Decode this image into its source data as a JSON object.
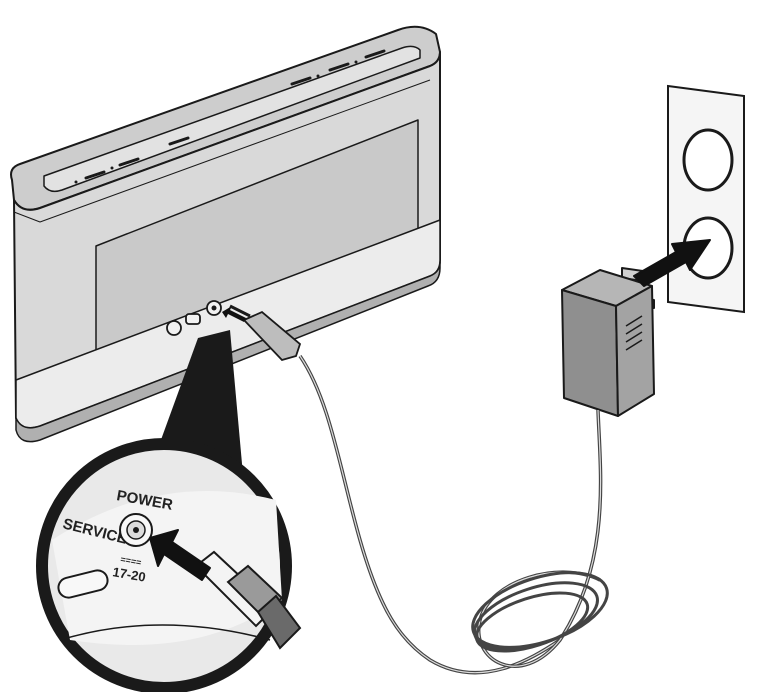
{
  "callout": {
    "service_label": "SERVICE",
    "power_label": "POWER",
    "voltage_line1": "====",
    "voltage_line2": "17-20"
  },
  "colors": {
    "outline": "#1a1a1a",
    "speaker_top": "#cfcfcf",
    "speaker_top_dark": "#b9b9b9",
    "speaker_grille": "#d8d8d8",
    "speaker_band": "#e6e6e6",
    "adapter": "#9a9a9a",
    "arrow": "#111111",
    "cable": "#555555"
  },
  "icons": [
    "speaker",
    "power-adapter",
    "wall-outlet",
    "plug-arrow",
    "dc-connector",
    "magnifier-callout"
  ]
}
